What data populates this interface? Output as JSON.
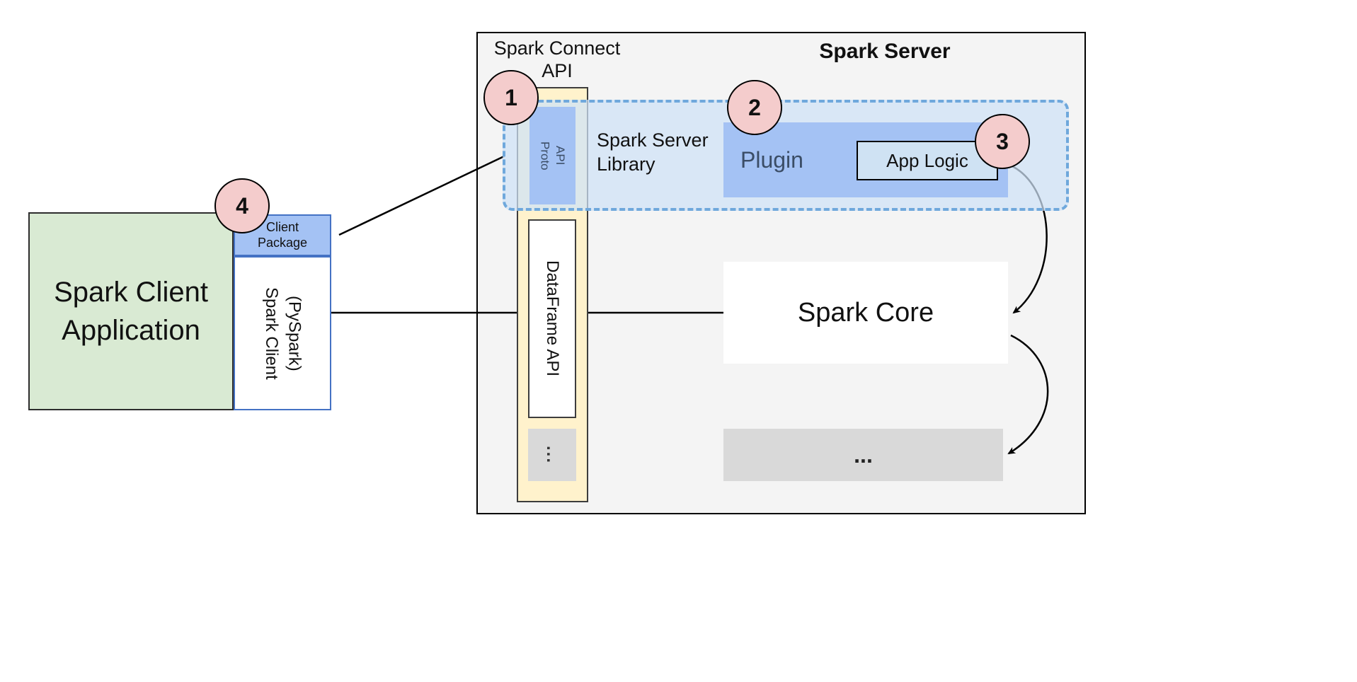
{
  "client": {
    "application": "Spark Client\nApplication",
    "package": "Client\nPackage",
    "pyspark": "Spark Client\n(PySpark)"
  },
  "server": {
    "title": "Spark Server",
    "connect_api": "Spark Connect\nAPI",
    "proto_api": "Proto\nAPI",
    "dataframe_api": "DataFrame API",
    "column_more": "...",
    "library": "Spark Server\nLibrary",
    "plugin": "Plugin",
    "app_logic": "App Logic",
    "core": "Spark Core",
    "more": "..."
  },
  "steps": {
    "one": "1",
    "two": "2",
    "three": "3",
    "four": "4"
  },
  "colors": {
    "box_blue": "#a4c2f4",
    "light_blue": "#cfe2f3",
    "dashed_border_blue": "#6fa8dc",
    "yellow": "#fff2cc",
    "green": "#d9ead3",
    "gray": "#d9d9d9",
    "badge_pink": "#f4cccc",
    "server_bg": "#f4f4f4"
  }
}
